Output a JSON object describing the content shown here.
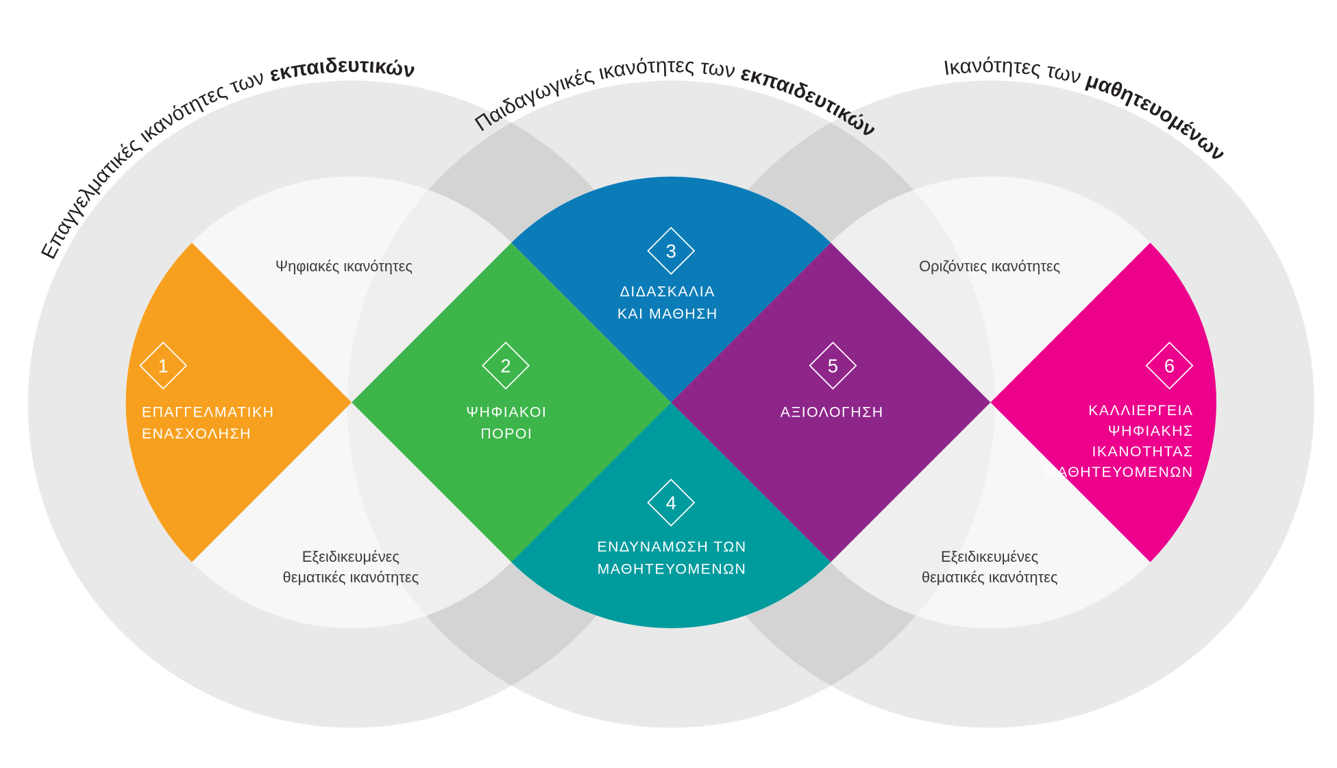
{
  "circles": [
    {
      "title_regular": "Επαγγελματικές ικανότητες των",
      "title_bold": "εκπαιδευτικών"
    },
    {
      "title_regular": "Παιδαγωγικές ικανότητες των",
      "title_bold": "εκπαιδευτικών"
    },
    {
      "title_regular": "Ικανότητες των",
      "title_bold": "μαθητευομένων"
    }
  ],
  "zone_labels": {
    "left_top": "Ψηφιακές ικανότητες",
    "left_bottom": [
      "Εξειδικευμένες",
      "θεματικές ικανότητες"
    ],
    "right_top": "Οριζόντιες ικανότητες",
    "right_bottom": [
      "Εξειδικευμένες",
      "θεματικές ικανότητες"
    ]
  },
  "areas": [
    {
      "number": "1",
      "lines": [
        "ΕΠΑΓΓΕΛΜΑΤΙΚΗ",
        "ΕΝΑΣΧΟΛΗΣΗ"
      ],
      "color": "#f7a01f"
    },
    {
      "number": "2",
      "lines": [
        "ΨΗΦΙΑΚΟΙ",
        "ΠΟΡΟΙ"
      ],
      "color": "#3db54a"
    },
    {
      "number": "3",
      "lines": [
        "ΔΙΔΑΣΚΑΛΙΑ",
        "ΚΑΙ ΜΑΘΗΣΗ"
      ],
      "color": "#0b7cb8"
    },
    {
      "number": "4",
      "lines": [
        "ΕΝΔΥΝΑΜΩΣΗ ΤΩΝ",
        "ΜΑΘΗΤΕΥΟΜΕΝΩΝ"
      ],
      "color": "#009b9d"
    },
    {
      "number": "5",
      "lines": [
        "ΑΞΙΟΛΟΓΗΣΗ"
      ],
      "color": "#8e268a"
    },
    {
      "number": "6",
      "lines": [
        "ΚΑΛΛΙΕΡΓΕΙΑ",
        "ΨΗΦΙΑΚΗΣ",
        "ΙΚΑΝΟΤΗΤΑΣ",
        "ΜΑΘΗΤΕΥΟΜΕΝΩΝ"
      ],
      "color": "#ec008c"
    }
  ]
}
